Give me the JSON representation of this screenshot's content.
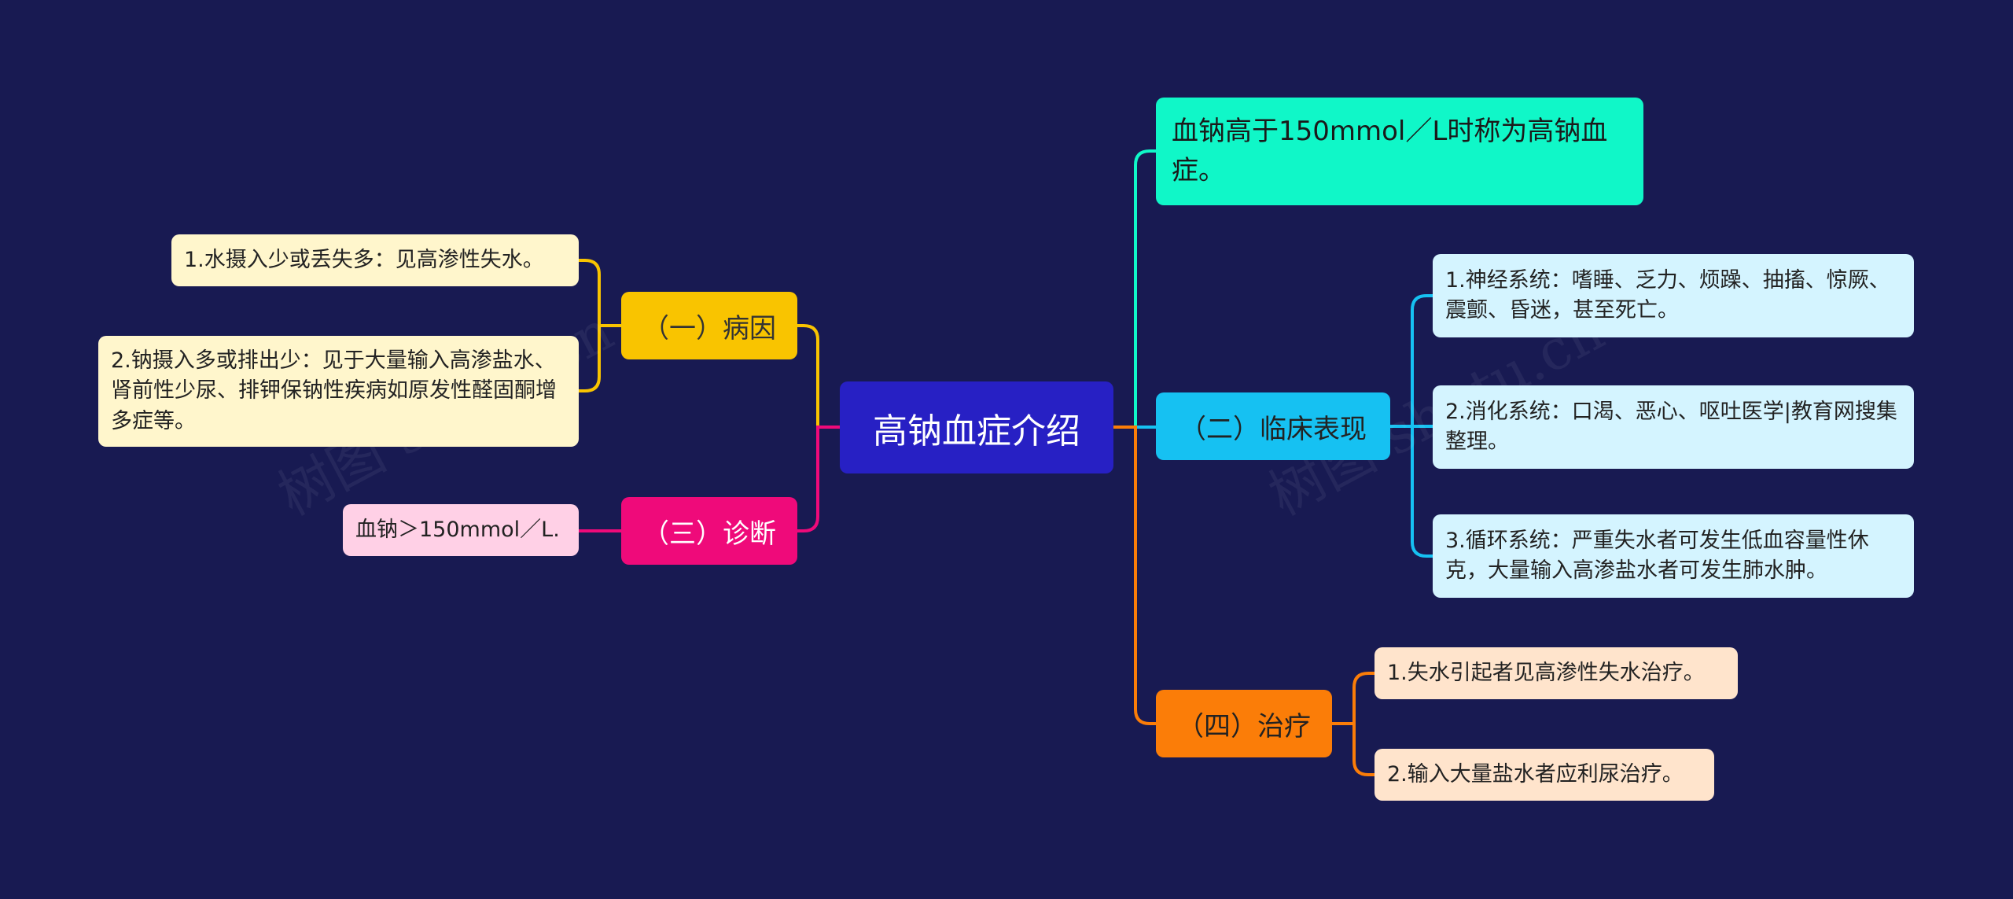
{
  "center": {
    "label": "高钠血症介绍"
  },
  "branches": [
    {
      "key": "b1",
      "label": "（一）病因",
      "color": "#f9c400",
      "text_color": "#333333",
      "children": [
        {
          "text": "1.水摄入少或丢失多：见高渗性失水。",
          "fill": "#fff6cc"
        },
        {
          "text": "2.钠摄入多或排出少：见于大量输入高渗盐水、肾前性少尿、排钾保钠性疾病如原发性醛固酮增多症等。",
          "fill": "#fff6cc"
        }
      ]
    },
    {
      "key": "b3",
      "label": "（三）诊断",
      "color": "#ef0a7a",
      "text_color": "#ffffff",
      "children": [
        {
          "text": "血钠＞150mmol／L.",
          "fill": "#ffd0e6"
        }
      ]
    },
    {
      "key": "b0",
      "label": "血钠高于150mmol／L时称为高钠血症。",
      "color": "#10f7c8",
      "text_color": "#1a1a1a",
      "children": []
    },
    {
      "key": "b2",
      "label": "（二）临床表现",
      "color": "#16c1f2",
      "text_color": "#222222",
      "children": [
        {
          "text": "1.神经系统：嗜睡、乏力、烦躁、抽搐、惊厥、震颤、昏迷，甚至死亡。",
          "fill": "#d4f4ff"
        },
        {
          "text": "2.消化系统：口渴、恶心、呕吐医学|教育网搜集整理。",
          "fill": "#d4f4ff"
        },
        {
          "text": "3.循环系统：严重失水者可发生低血容量性休克，大量输入高渗盐水者可发生肺水肿。",
          "fill": "#d4f4ff"
        }
      ]
    },
    {
      "key": "b4",
      "label": "（四）治疗",
      "color": "#fb7d08",
      "text_color": "#222222",
      "children": [
        {
          "text": "1.失水引起者见高渗性失水治疗。",
          "fill": "#ffe4cc"
        },
        {
          "text": "2.输入大量盐水者应利尿治疗。",
          "fill": "#ffe4cc"
        }
      ]
    }
  ],
  "watermark": "树图 shutu.cn"
}
